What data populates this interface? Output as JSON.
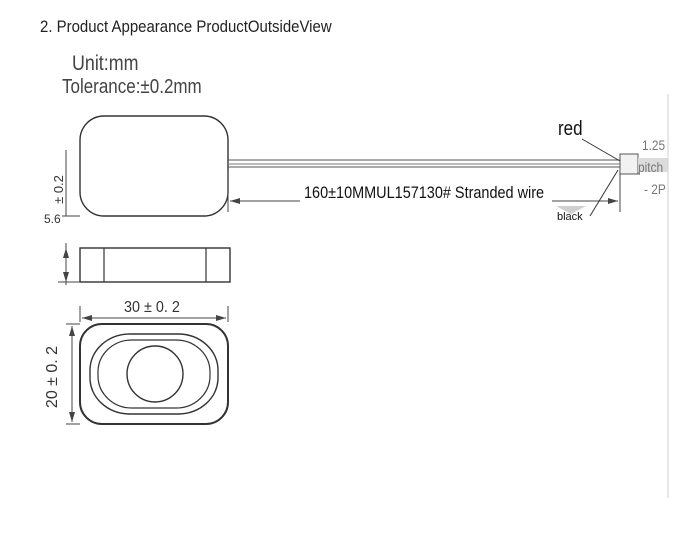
{
  "heading": "2. Product Appearance ProductOutsideView",
  "unit_text": "Unit:mm",
  "tolerance_text": "Tolerance:±0.2mm",
  "wire_label": "160±10MMUL157130# Stranded wire",
  "red_label": "red",
  "black_label": "black",
  "connector_note": [
    "1.25",
    "pitch",
    "- 2P"
  ],
  "dimensions": {
    "side_height": "± 0.2",
    "side_height_value": "5.6",
    "width": "30 ± 0. 2",
    "height": "20 ± 0. 2"
  },
  "colors": {
    "line": "#333333",
    "wire_gray": "#9a9a9a",
    "connector_gray": "#d8d8d8"
  }
}
